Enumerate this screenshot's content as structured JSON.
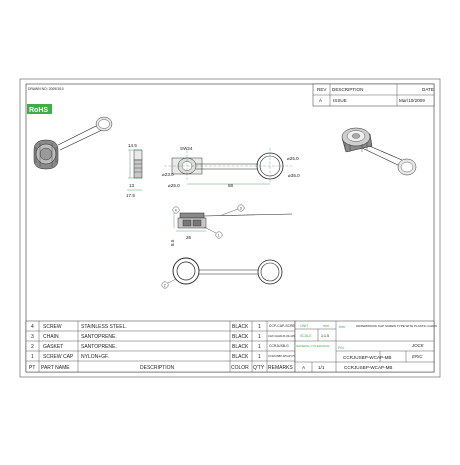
{
  "rev_block": {
    "headers": [
      "REV",
      "DESCRIPTION",
      "DATE"
    ],
    "row": {
      "rev": "A",
      "description": "ISSUE",
      "date": "Mar/10/2009"
    }
  },
  "top_left_note": "DRAWN NO: 2009/3/10",
  "rohs_label": "RoHS",
  "dimensions": {
    "front_top": "14.5",
    "front_mid": "13",
    "front_bottom": "17.5",
    "sw": "SW24",
    "d_left_top": "⌀23.0",
    "d_left_bot": "⌀25.0",
    "span": "88",
    "d_right_top": "⌀25.0",
    "d_right_bot": "⌀35.0",
    "section_h": "8.5",
    "section_w": "26"
  },
  "callouts": [
    "1",
    "2",
    "3",
    "4"
  ],
  "bom": {
    "headers": [
      "PT",
      "PART NAME",
      "DESCRIPTION",
      "COLOR",
      "Q'TY",
      "REMARKS"
    ],
    "rows": [
      {
        "pt": "4",
        "name": "SCREW",
        "desc": "STAINLESS  STEEL.",
        "color": "BLACK",
        "qty": "1",
        "remarks": "CCP-CAP-SCREW"
      },
      {
        "pt": "3",
        "name": "CHAIN",
        "desc": "SANTOPRENE.",
        "color": "BLACK",
        "qty": "1",
        "remarks": "CAP-CHAIN-B (29-125)"
      },
      {
        "pt": "2",
        "name": "GASKET",
        "desc": "SANTOPRENE.",
        "color": "BLACK",
        "qty": "1",
        "remarks": "CCRJUSB-G"
      },
      {
        "pt": "1",
        "name": "SCREW  CAP",
        "desc": "NYLON+GF.",
        "color": "BLACK",
        "qty": "1",
        "remarks": "CCRJUSBP-WCAP (70-130-94)"
      }
    ]
  },
  "title_block": {
    "unit_label": "UNIT",
    "unit_value": "mm",
    "title": "WATERPROOF CAP SCREW TYPE WITH PLASTIC CHAIN",
    "scale_label": "SCALE",
    "scale_value": "1:1.5",
    "tolerance": "GENERAL TOLERANCE",
    "part_no_label": "P/N",
    "part_no": "CCRJUSBP-WCAP-MB",
    "sheet": "1/1",
    "rev_letter": "A",
    "drawn": "JOCK",
    "checked": "ERIC",
    "bottom_part_no": "CCRJUSBP-WCAP-MB"
  }
}
